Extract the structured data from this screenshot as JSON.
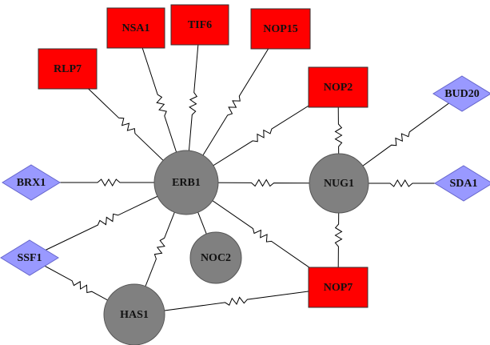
{
  "colors": {
    "rect_fill": "#ff0000",
    "diamond_fill": "#9999ff",
    "circle_fill": "#808080",
    "edge": "#000000"
  },
  "nodes": [
    {
      "id": "ERB1",
      "label": "ERB1",
      "shape": "circle"
    },
    {
      "id": "NUG1",
      "label": "NUG1",
      "shape": "circle"
    },
    {
      "id": "NOC2",
      "label": "NOC2",
      "shape": "circle"
    },
    {
      "id": "HAS1",
      "label": "HAS1",
      "shape": "circle"
    },
    {
      "id": "RLP7",
      "label": "RLP7",
      "shape": "rect"
    },
    {
      "id": "NSA1",
      "label": "NSA1",
      "shape": "rect"
    },
    {
      "id": "TIF6",
      "label": "TIF6",
      "shape": "rect"
    },
    {
      "id": "NOP15",
      "label": "NOP15",
      "shape": "rect"
    },
    {
      "id": "NOP2",
      "label": "NOP2",
      "shape": "rect"
    },
    {
      "id": "NOP7",
      "label": "NOP7",
      "shape": "rect"
    },
    {
      "id": "BUD20",
      "label": "BUD20",
      "shape": "diamond"
    },
    {
      "id": "SDA1",
      "label": "SDA1",
      "shape": "diamond"
    },
    {
      "id": "BRX1",
      "label": "BRX1",
      "shape": "diamond"
    },
    {
      "id": "SSF1",
      "label": "SSF1",
      "shape": "diamond"
    }
  ],
  "edges": [
    {
      "from": "ERB1",
      "to": "RLP7",
      "spring": true
    },
    {
      "from": "ERB1",
      "to": "NSA1",
      "spring": true
    },
    {
      "from": "ERB1",
      "to": "TIF6",
      "spring": true
    },
    {
      "from": "ERB1",
      "to": "NOP15",
      "spring": true
    },
    {
      "from": "ERB1",
      "to": "NOP2",
      "spring": true
    },
    {
      "from": "ERB1",
      "to": "BRX1",
      "spring": true
    },
    {
      "from": "ERB1",
      "to": "NUG1",
      "spring": true
    },
    {
      "from": "ERB1",
      "to": "SSF1",
      "spring": true
    },
    {
      "from": "ERB1",
      "to": "HAS1",
      "spring": true
    },
    {
      "from": "ERB1",
      "to": "NOC2",
      "spring": false
    },
    {
      "from": "ERB1",
      "to": "NOP7",
      "spring": true
    },
    {
      "from": "NUG1",
      "to": "NOP2",
      "spring": true
    },
    {
      "from": "NUG1",
      "to": "BUD20",
      "spring": true
    },
    {
      "from": "NUG1",
      "to": "SDA1",
      "spring": true
    },
    {
      "from": "NUG1",
      "to": "NOP7",
      "spring": true
    },
    {
      "from": "SSF1",
      "to": "HAS1",
      "spring": true
    },
    {
      "from": "HAS1",
      "to": "NOP7",
      "spring": true
    }
  ]
}
